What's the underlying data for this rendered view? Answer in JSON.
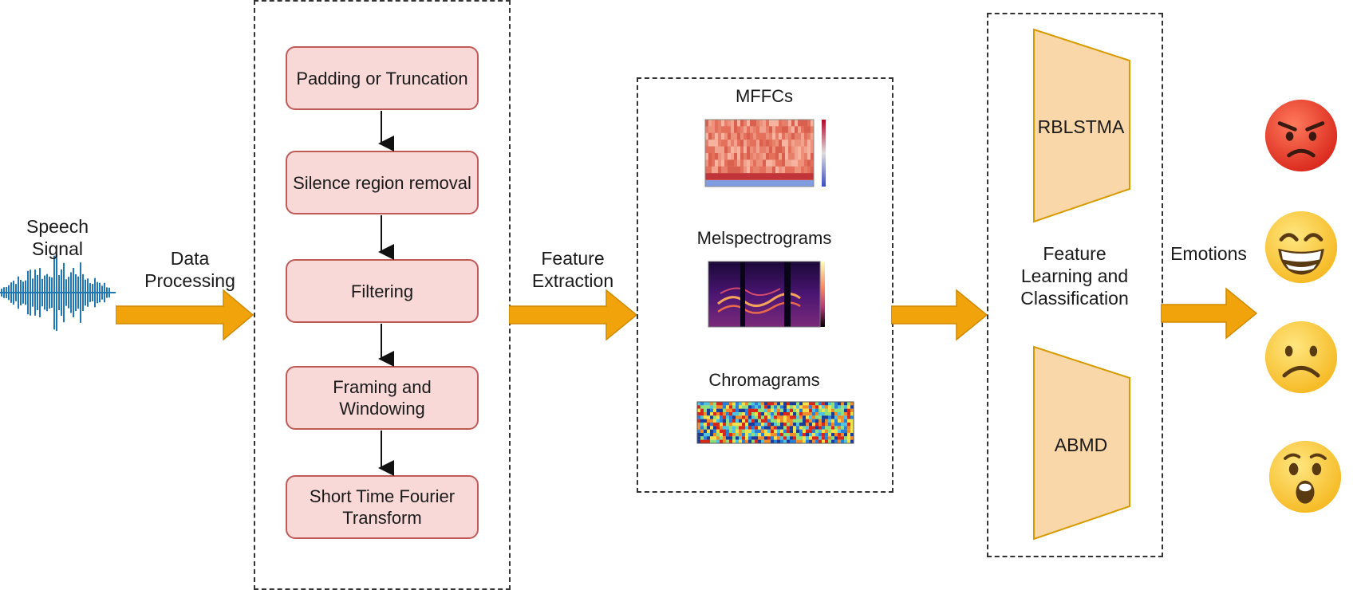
{
  "input": {
    "label": "Speech\nSignal"
  },
  "arrows": {
    "data_processing": "Data\nProcessing",
    "feature_extraction": "Feature\nExtraction",
    "emotions": "Emotions"
  },
  "preprocessing": {
    "steps": [
      "Padding or Truncation",
      "Silence region removal",
      "Filtering",
      "Framing and Windowing",
      "Short Time Fourier Transform"
    ]
  },
  "features": {
    "items": [
      "MFFCs",
      "Melspectrograms",
      "Chromagrams"
    ]
  },
  "classification": {
    "label": "Feature\nLearning and\nClassification",
    "models": [
      "RBLSTMA",
      "ABMD"
    ]
  },
  "emotions": {
    "faces": [
      "angry-face",
      "grinning-face",
      "frowning-face",
      "surprised-face"
    ]
  },
  "colors": {
    "arrow": "#f0a30a",
    "step_fill": "#f8d9d8",
    "step_border": "#bf5a57",
    "trapezoid_fill": "#fad7a8",
    "trapezoid_border": "#d79b00",
    "waveform": "#1f77b4"
  }
}
